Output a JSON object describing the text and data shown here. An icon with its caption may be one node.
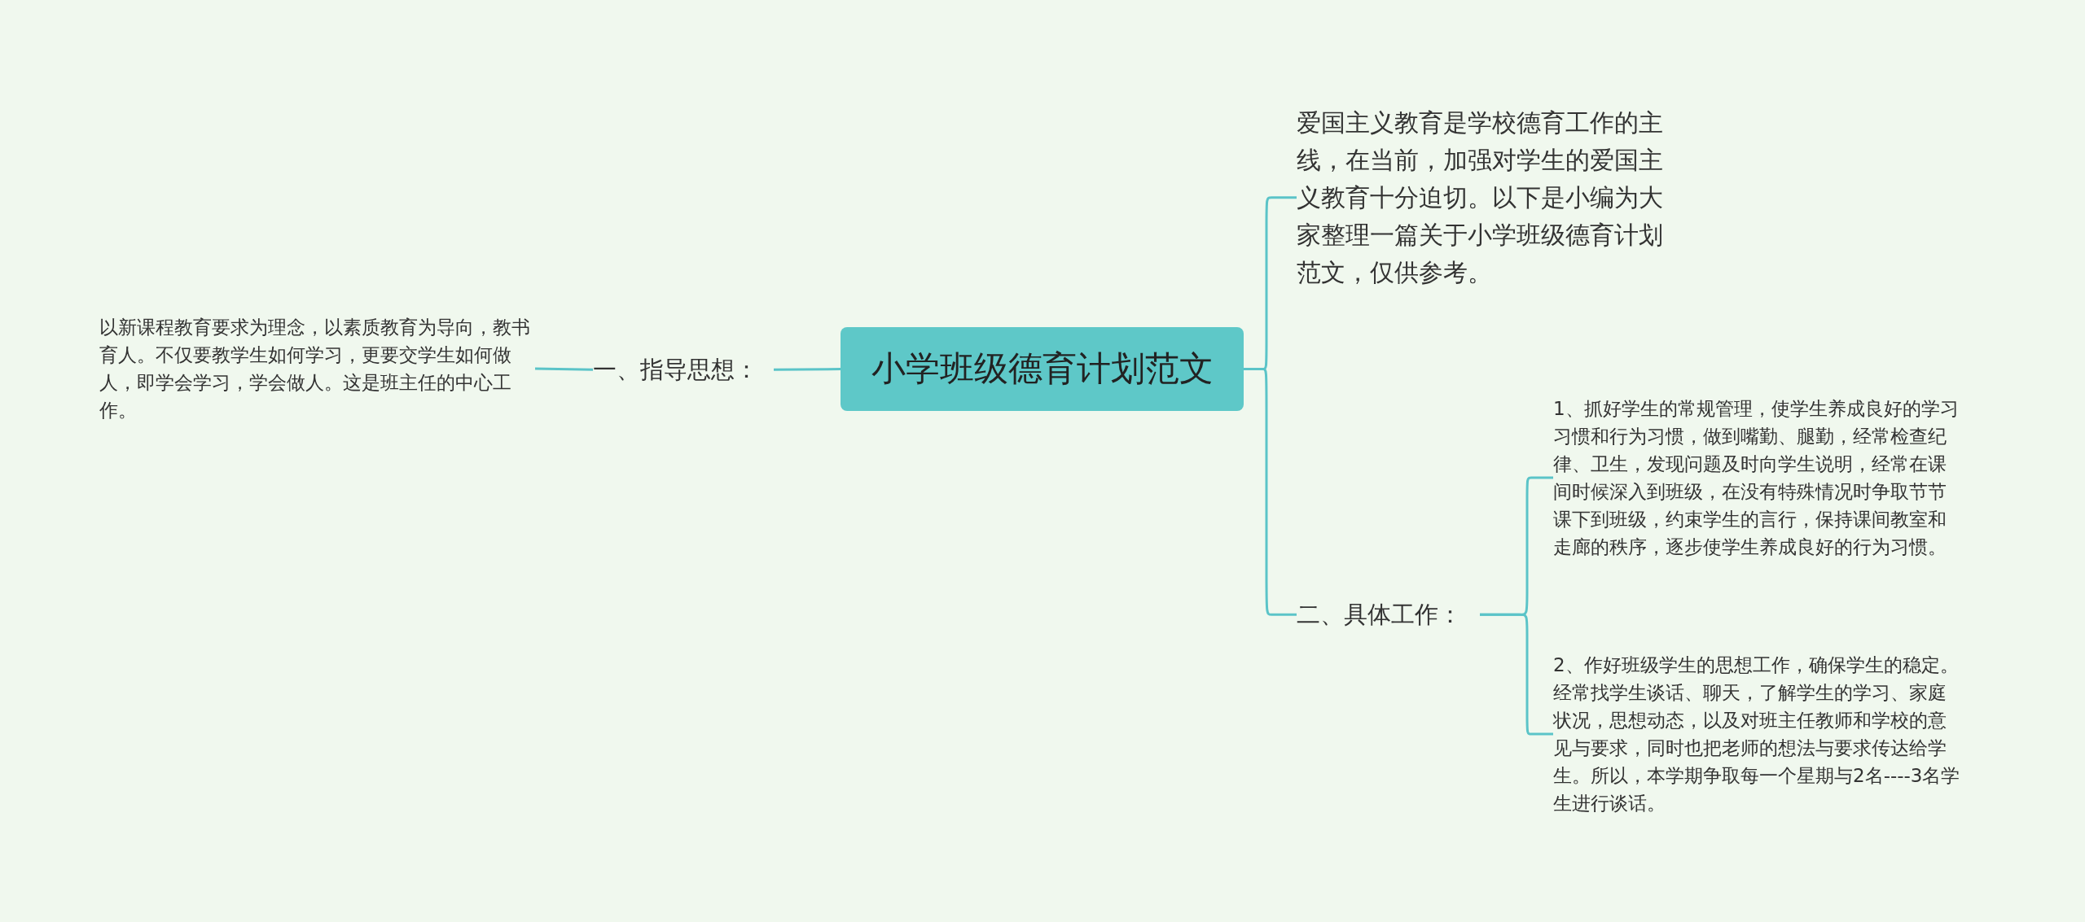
{
  "diagram": {
    "nodes": [
      {
        "text": [
          "小学班级德育计划范文"
        ]
      },
      {
        "text": [
          "一、指导思想："
        ]
      },
      {
        "text": [
          "以新课程教育要求为理念，以素质教育为导向，教书育人。不仅要教学生如何学习，更要交学生如何做人，即学会学习，学会做人。这是班主任的中心工作。"
        ]
      },
      {
        "text": [
          "爱国主义教育是学校德育工作的主线，在当前，加强对学生的爱国主义教育十分迫切。以下是小编为大家整理一篇关于小学班级德育计划范文，仅供参考。"
        ]
      },
      {
        "text": [
          "二、具体工作："
        ]
      },
      {
        "text": [
          "1、抓好学生的常规管理，使学生养成良好的学习习惯和行为习惯，做到嘴勤、腿勤，经常检查纪律、卫生，发现问题及时向学生说明，经常在课间时候深入到班级，在没有特殊情况时争取节节课下到班级，约束学生的言行，保持课间教室和走廊的秩序，逐步使学生养成良好的行为习惯。"
        ]
      },
      {
        "text": [
          "2、作好班级学生的思想工作，确保学生的稳定。经常找学生谈话、聊天，了解学生的学习、家庭状况，思想动态，以及对班主任教师和学校的意见与要求，同时也把老师的想法与要求传达给学生。所以，本学期争取每一个星期与2名----3名学生进行谈话。"
        ]
      }
    ],
    "edges": [
      {
        "from": 0,
        "to": 1,
        "arrow": "none"
      },
      {
        "from": 1,
        "to": 2,
        "arrow": "none"
      },
      {
        "from": 0,
        "to": 3,
        "arrow": "none"
      },
      {
        "from": 0,
        "to": 4,
        "arrow": "none"
      },
      {
        "from": 4,
        "to": 5,
        "arrow": "none"
      },
      {
        "from": 4,
        "to": 6,
        "arrow": "none"
      }
    ]
  }
}
